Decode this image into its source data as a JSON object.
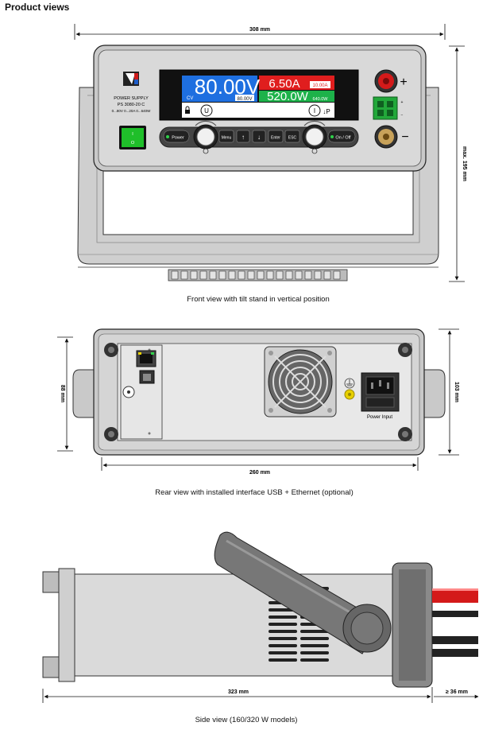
{
  "heading": "Product views",
  "front": {
    "width_dim": "308 mm",
    "height_dim": "max. 195 mm",
    "caption": "Front view with tilt stand in vertical position",
    "label_line1": "POWER SUPPLY",
    "label_line2": "PS 3080-20 C",
    "label_line3": "0...80V 0...20A 0...640W",
    "switch_i": "I",
    "switch_o": "O",
    "display": {
      "voltage": "80.00V",
      "current": "6.50A",
      "current_set": "10.00A",
      "mode": "CV",
      "voltage_set": "80.00V",
      "power": "520.0W",
      "power_set": "640.0W",
      "knob_u": "U",
      "knob_i": "I",
      "power_symbol": "↓P"
    },
    "buttons": [
      "Power",
      "Menu",
      "↑",
      "↓",
      "Enter",
      "ESC",
      "On / Off"
    ],
    "plus": "+",
    "minus": "−",
    "sense_plus": "+",
    "sense_minus": "−"
  },
  "rear": {
    "width_dim": "260 mm",
    "height_left_dim": "88 mm",
    "height_right_dim": "103 mm",
    "power_input_label": "Power Input",
    "caption": "Rear view with installed interface USB + Ethernet (optional)"
  },
  "side": {
    "length_dim": "323 mm",
    "extra_dim": "≥ 36 mm",
    "caption": "Side view (160/320 W models)"
  },
  "colors": {
    "voltage_bg": "#1e6fe0",
    "current_bg": "#e01e1e",
    "power_bg": "#1db24a",
    "switch_green": "#1fbf2a",
    "terminal_red": "#d41a1a",
    "terminal_green": "#22a83a"
  }
}
